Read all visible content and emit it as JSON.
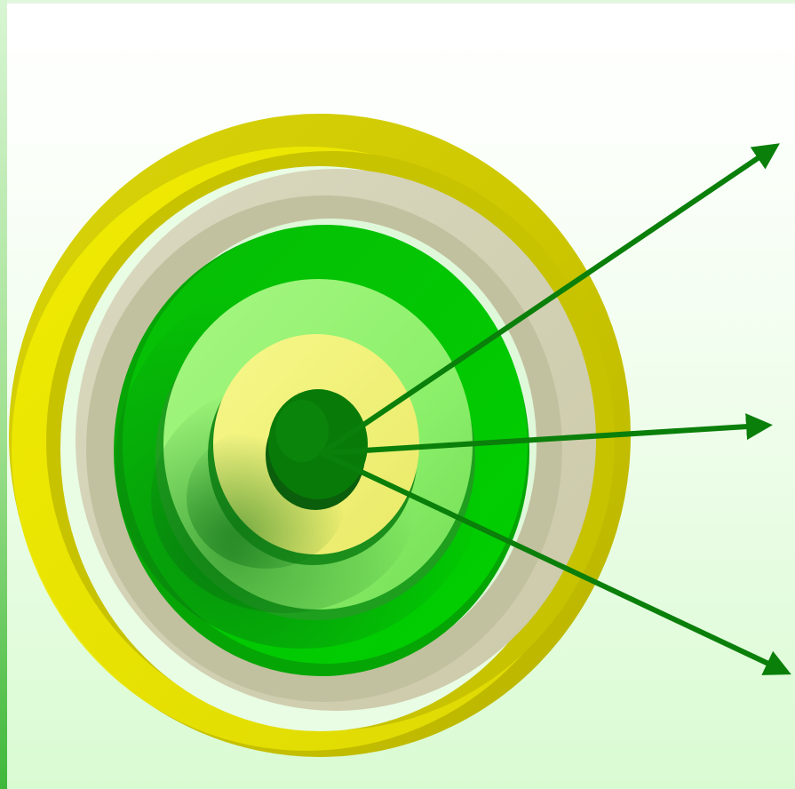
{
  "diagram": {
    "type": "target-with-arrows",
    "rings": [
      {
        "name": "outer-ring",
        "color": "#c8c400"
      },
      {
        "name": "second-ring",
        "color": "#d4d3b4"
      },
      {
        "name": "third-ring",
        "color": "#00c400"
      },
      {
        "name": "fourth-ring",
        "color": "#8cf06a"
      },
      {
        "name": "fifth-ring",
        "color": "#f2f27a"
      },
      {
        "name": "bullseye",
        "color": "#087a08"
      }
    ],
    "arrows": [
      {
        "name": "arrow-upper-right",
        "direction": "upper-right"
      },
      {
        "name": "arrow-right",
        "direction": "right"
      },
      {
        "name": "arrow-lower-right",
        "direction": "lower-right"
      }
    ],
    "arrow_color": "#0a7f0a",
    "background_color": "#e8fbe4"
  }
}
